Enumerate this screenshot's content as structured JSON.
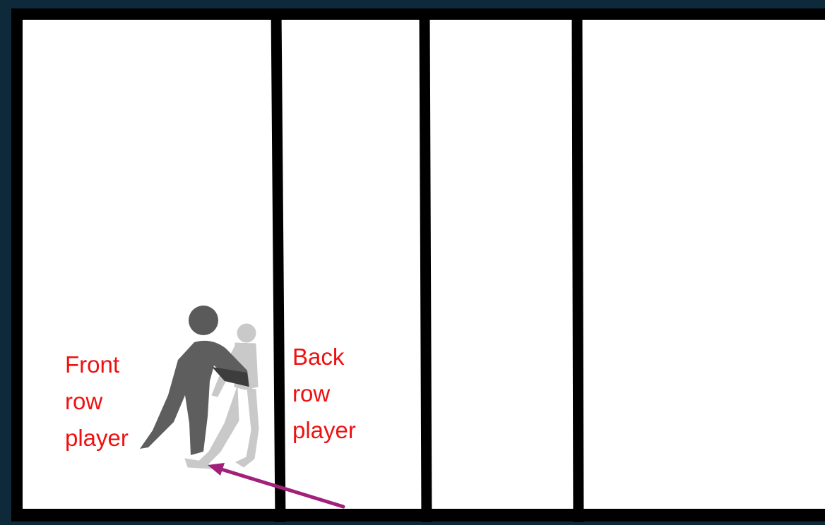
{
  "labels": {
    "front_row_player": "Front\nrow\nplayer",
    "back_row_player": "Back\nrow\nplayer"
  },
  "colors": {
    "background": "#0e2a3a",
    "court_fill": "#ffffff",
    "court_lines": "#000000",
    "label_text": "#ee1111",
    "arrow": "#a0207a",
    "front_player": "#555555",
    "back_player": "#c8c8c8"
  },
  "icons": {
    "front_player": "volleyball-player-silhouette",
    "back_player": "player-silhouette",
    "arrow": "arrow"
  }
}
